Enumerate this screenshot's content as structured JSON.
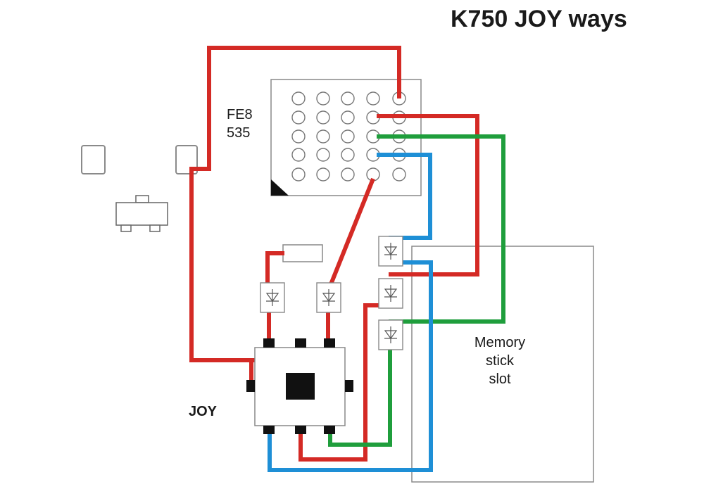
{
  "title": "K750 JOY ways",
  "chip": {
    "line1": "FE8",
    "line2": "535"
  },
  "memory_slot": {
    "line1": "Memory",
    "line2": "stick",
    "line3": "slot"
  },
  "joystick": {
    "label": "JOY"
  },
  "colors": {
    "red": "#d42a25",
    "green": "#1f9e3c",
    "blue": "#1e8fd6",
    "outline": "#7a7a7a"
  }
}
